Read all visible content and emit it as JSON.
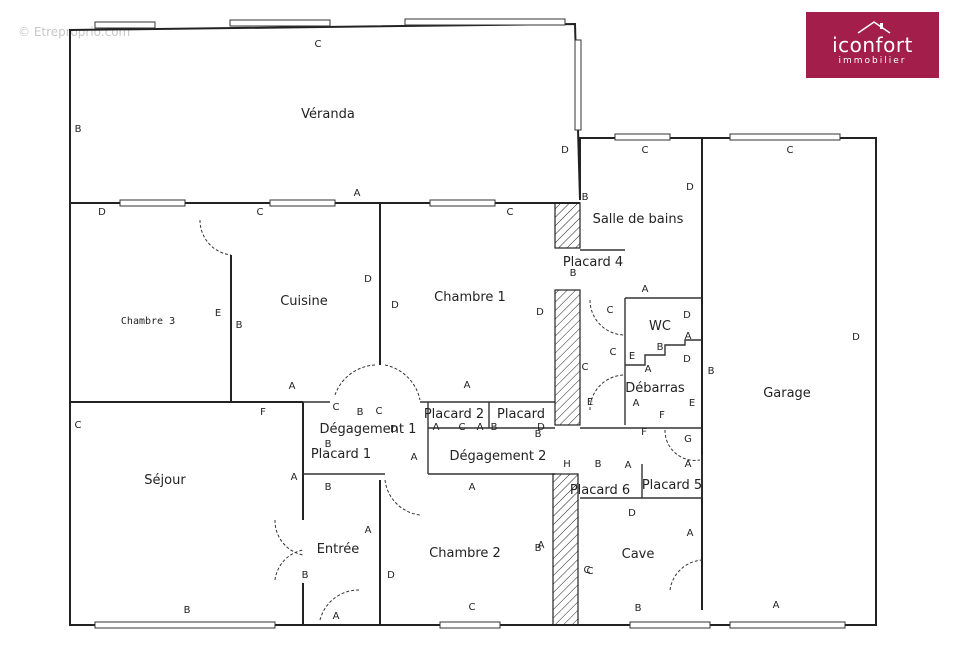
{
  "watermark": "© Etreproprio.com",
  "logo": {
    "brand": "iconfort",
    "subtitle": "immobilier",
    "color": "#a31e4b"
  },
  "rooms": {
    "veranda": "Véranda",
    "salle_de_bains": "Salle de bains",
    "chambre3": "Chambre 3",
    "cuisine": "Cuisine",
    "chambre1": "Chambre 1",
    "placard4": "Placard 4",
    "wc": "WC",
    "debarras": "Débarras",
    "garage": "Garage",
    "sejour": "Séjour",
    "degagement1": "Dégagement 1",
    "placard1": "Placard 1",
    "placard2": "Placard 2",
    "placard3": "Placard",
    "degagement2": "Dégagement 2",
    "placard6": "Placard 6",
    "placard5": "Placard 5",
    "entree": "Entrée",
    "chambre2": "Chambre 2",
    "cave": "Cave"
  },
  "wall_letters": [
    "C",
    "B",
    "D",
    "D",
    "C",
    "B",
    "C",
    "D",
    "D",
    "C",
    "A",
    "C",
    "D",
    "E",
    "B",
    "D",
    "B",
    "D",
    "A",
    "C",
    "A",
    "C",
    "B",
    "A",
    "D",
    "E",
    "C",
    "B",
    "D",
    "E",
    "F",
    "B",
    "C",
    "C",
    "D",
    "A",
    "F",
    "C",
    "A",
    "E",
    "F",
    "B",
    "B",
    "A",
    "B",
    "A",
    "H",
    "A",
    "G",
    "A",
    "A",
    "B",
    "A",
    "A",
    "A",
    "B",
    "C",
    "C",
    "A",
    "D",
    "A",
    "B",
    "A",
    "A",
    "B",
    "B",
    "C",
    "D",
    "D",
    "B",
    "C",
    "A"
  ]
}
